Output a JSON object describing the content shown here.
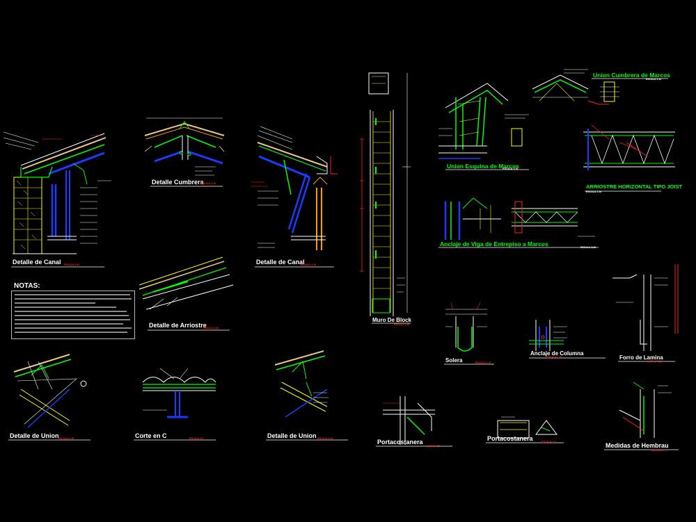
{
  "drawing": {
    "background": "#000000",
    "colors": {
      "white": "#ffffff",
      "yellow": "#ffff00",
      "green": "#00ff00",
      "blue": "#1a3cff",
      "red": "#ff2020",
      "cyan": "#00ffff",
      "orange": "#ff9a00",
      "tan": "#e8c88a"
    }
  },
  "details": {
    "canal_1": {
      "title": "Detalle de Canal",
      "scale": "ESCALA 1:10"
    },
    "cumbrera": {
      "title": "Detalle Cumbrera",
      "scale": "ESCALA 1:10"
    },
    "canal_2": {
      "title": "Detalle de Canal",
      "scale": "ESCALA 1:10"
    },
    "arriostre": {
      "title": "Detalle de Arriostre",
      "scale": "ESCALA 1:10"
    },
    "muro": {
      "title": "Muro De Block",
      "scale": "ESCALA 1:20"
    },
    "union_esquina": {
      "title": "Union Esquina de Marcos",
      "scale": "ESCALA 1:10"
    },
    "union_cumbrera": {
      "title": "Union Cumbrera de Marcos",
      "scale": "ESCALA 1:10"
    },
    "arriostre_joist": {
      "title": "ARRIOSTRE HORIZONTAL TIPO JOIST",
      "scale": "ESCALA 1:20"
    },
    "anclaje_viga": {
      "title": "Anclaje de Viga de Entrepiso a Marcos",
      "scale": "ESCALA 1:10"
    },
    "union_1": {
      "title": "Detalle de Union",
      "scale": "ESCALA 1:10"
    },
    "corte_c": {
      "title": "Corte en C",
      "scale": "ESCALA 1:5"
    },
    "union_2": {
      "title": "Detalle de Union",
      "scale": "ESCALA 1:10"
    },
    "solera": {
      "title": "Solera",
      "scale": "ESCALA 1:10"
    },
    "anclaje_columna": {
      "title": "Anclaje de Columna",
      "scale": "ESCALA 1:10"
    },
    "forro_lamina": {
      "title": "Forro de Lamina",
      "scale": "ESCALA 1:10"
    },
    "portacostanera_1": {
      "title": "Portacostanera",
      "scale": "ESCALA 1:5"
    },
    "portacostanera_2": {
      "title": "Portacostanera",
      "scale": "ESCALA 1:5"
    },
    "medidas_hembrau": {
      "title": "Medidas de Hembrau",
      "scale": "ESCALA 1:5"
    }
  },
  "notes": {
    "heading": "NOTAS:"
  }
}
